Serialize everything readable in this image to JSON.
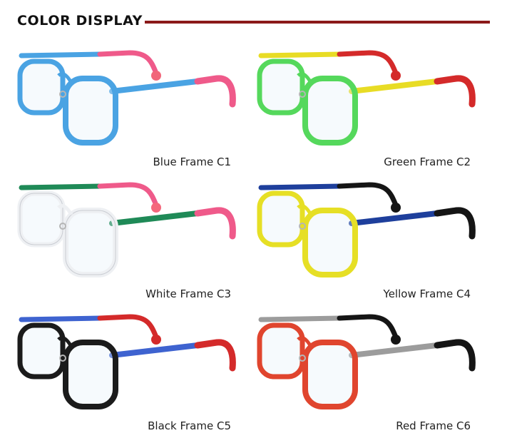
{
  "header": {
    "title": "COLOR DISPLAY",
    "rule_color": "#8b1a1a"
  },
  "frames": [
    {
      "label": "Blue Frame C1",
      "frame": "#4aa3e3",
      "temple_front": "#4aa3e3",
      "temple_back": "#ef5a8a",
      "tip": "#f1667a"
    },
    {
      "label": "Green Frame C2",
      "frame": "#55d85c",
      "temple_front": "#e8dc25",
      "temple_back": "#d42a2a",
      "tip": "#d42a2a"
    },
    {
      "label": "White Frame C3",
      "frame": "#eef0f3",
      "temple_front": "#1f8a57",
      "temple_back": "#ef5a8a",
      "tip": "#f4677c"
    },
    {
      "label": "Yellow Frame C4",
      "frame": "#e6df25",
      "temple_front": "#1e3f9c",
      "temple_back": "#151515",
      "tip": "#151515"
    },
    {
      "label": "Black Frame C5",
      "frame": "#1b1b1b",
      "temple_front": "#3e63d0",
      "temple_back": "#d42a2a",
      "tip": "#d42a2a"
    },
    {
      "label": "Red Frame C6",
      "frame": "#e0452e",
      "temple_front": "#9c9c9c",
      "temple_back": "#151515",
      "tip": "#151515"
    }
  ]
}
